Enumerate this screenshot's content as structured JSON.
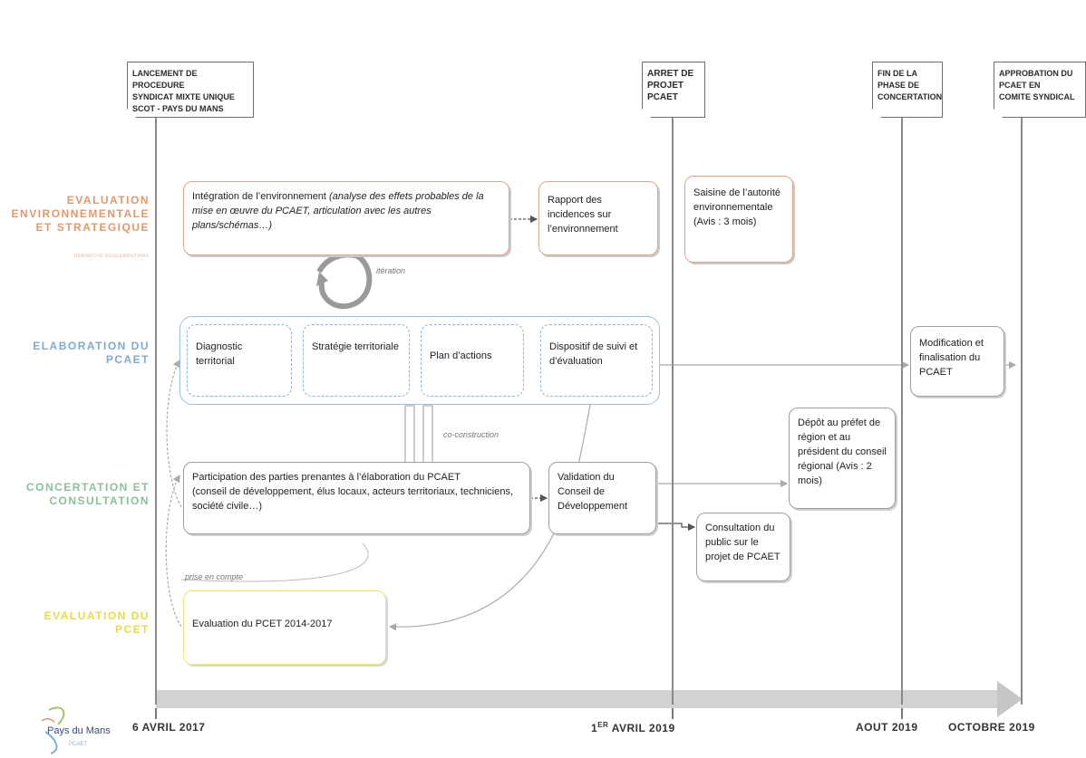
{
  "milestones": {
    "m1": "LANCEMENT DE PROCEDURE\nSYNDICAT MIXTE UNIQUE\nSCOT - PAYS DU MANS",
    "m2": "ARRET DE\nPROJET\nPCAET",
    "m3": "FIN DE LA\nPHASE DE\nCONCERTATION",
    "m4": "APPROBATION DU\nPCAET EN\nCOMITE SYNDICAL"
  },
  "lanes": {
    "env": "EVALUATION\nENVIRONNEMENTALE\nET STRATEGIQUE",
    "env_sub": "DEMARCHE REGLEMENTAIRE",
    "elab": "ELABORATION DU\nPCAET",
    "conc": "CONCERTATION ET\nCONSULTATION",
    "eval": "EVALUATION DU\nPCET"
  },
  "colors": {
    "env": "#e0996f",
    "elab": "#7fa9cf",
    "conc": "#8cc09a",
    "eval": "#e9d94a"
  },
  "boxes": {
    "env_integration_a": "Intégration de l’environnement ",
    "env_integration_b": "(analyse des effets probables de la mise en œuvre du PCAET, articulation avec les autres plans/schémas…)",
    "env_rapport": "Rapport des incidences sur l’environnement",
    "env_saisine": "Saisine de l’autorité environnementale (Avis : 3 mois)",
    "elab_diag": "Diagnostic territorial",
    "elab_strat": "Stratégie territoriale",
    "elab_plan": "Plan d’actions",
    "elab_dispo": "Dispositif de suivi et d’évaluation",
    "elab_modif": "Modification et finalisation du PCAET",
    "conc_particip_a": "Participation des parties prenantes à l’élaboration du PCAET",
    "conc_particip_b": "(conseil de développement, élus locaux, acteurs territoriaux, techniciens, société civile…)",
    "conc_valid": "Validation du Conseil de Développement",
    "conc_depot": "Dépôt au préfet de région et au président du conseil régional (Avis : 2 mois)",
    "conc_consult": "Consultation du public sur le projet de PCAET",
    "eval_pcet": "Evaluation du PCET 2014-2017"
  },
  "notes": {
    "iteration": "itération",
    "coconstruction": "co-construction",
    "prise": "prise en compte"
  },
  "dates": {
    "d1": "6 AVRIL 2017",
    "d2_pre": "1",
    "d2_sup": "ER",
    "d2_post": " AVRIL 2019",
    "d3": "AOUT 2019",
    "d4": "OCTOBRE 2019"
  },
  "logo": {
    "name": "Pays du Mans",
    "sub": "PCAET"
  }
}
